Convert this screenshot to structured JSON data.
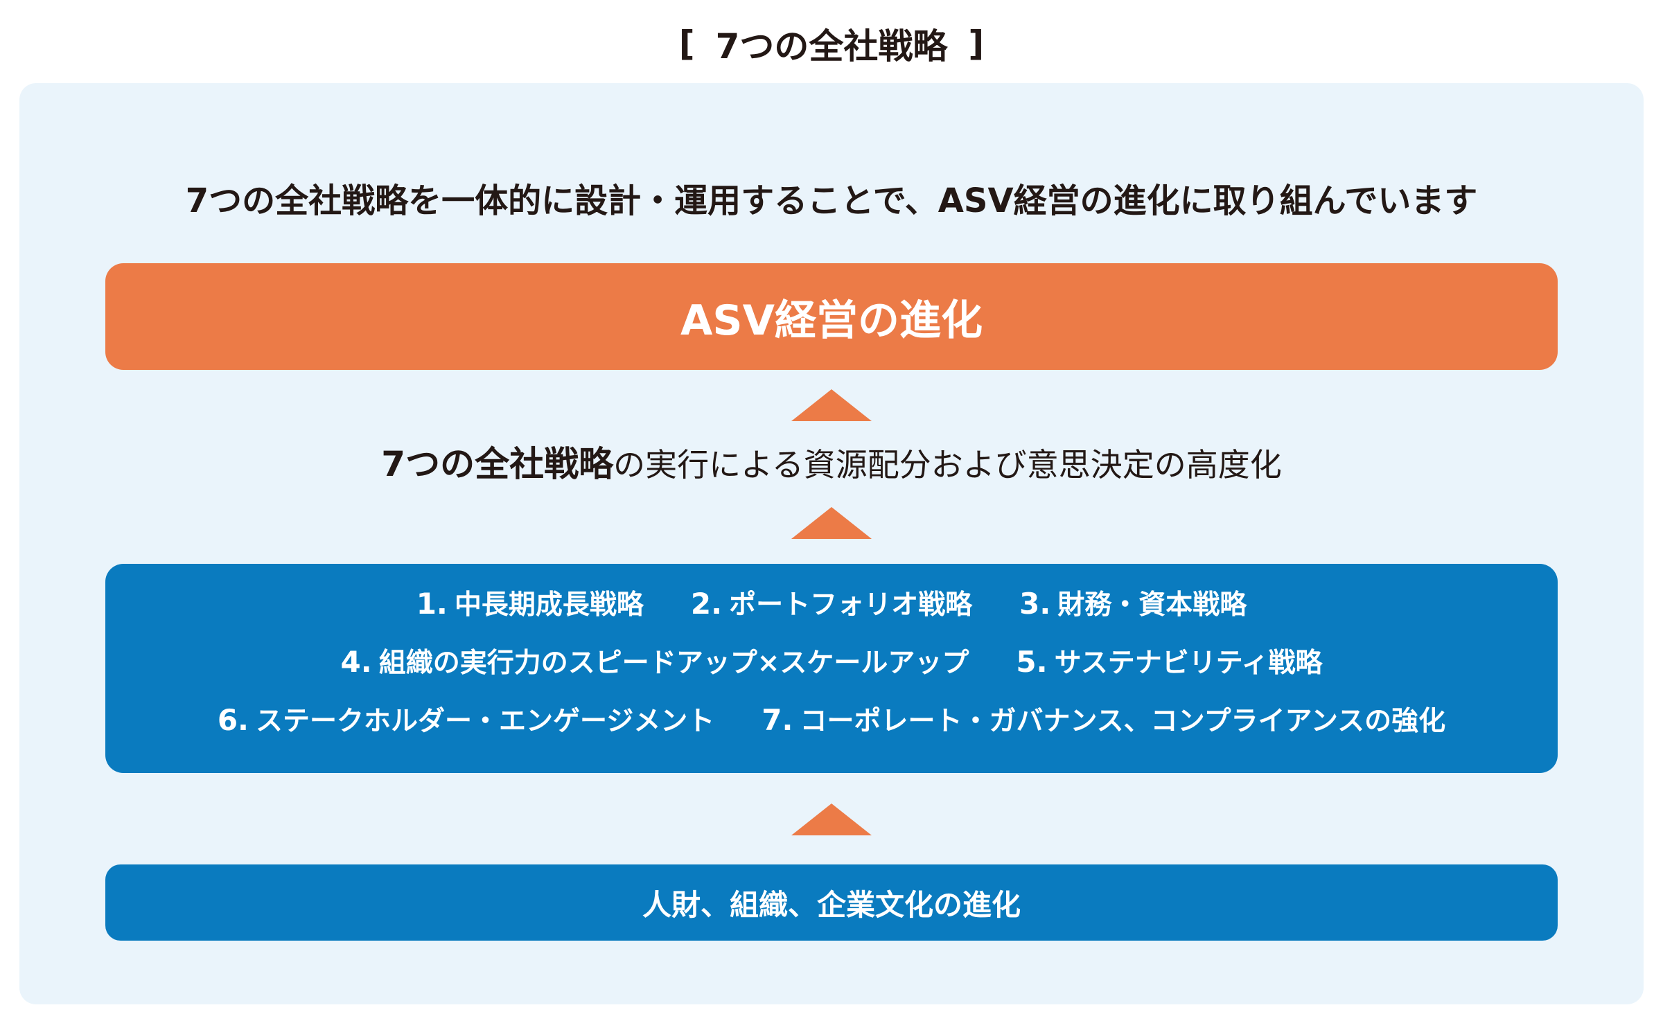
{
  "header": {
    "bracket_open": "[",
    "title": "7つの全社戦略",
    "bracket_close": "]"
  },
  "lead_text": "7つの全社戦略を一体的に設計・運用することで、ASV経営の進化に取り組んでいます",
  "goal_box": {
    "label": "ASV経営の進化"
  },
  "middle": {
    "strong": "7つの全社戦略",
    "rest": "の実行による資源配分および意思決定の高度化"
  },
  "strategies": [
    {
      "num": "1.",
      "label": "中長期成長戦略"
    },
    {
      "num": "2.",
      "label": "ポートフォリオ戦略"
    },
    {
      "num": "3.",
      "label": "財務・資本戦略"
    },
    {
      "num": "4.",
      "label": "組織の実行力のスピードアップ×スケールアップ"
    },
    {
      "num": "5.",
      "label": "サステナビリティ戦略"
    },
    {
      "num": "6.",
      "label": "ステークホルダー・エンゲージメント"
    },
    {
      "num": "7.",
      "label": "コーポレート・ガバナンス、コンプライアンスの強化"
    }
  ],
  "base_box": {
    "label": "人財、組織、企業文化の進化"
  },
  "colors": {
    "orange": "#ec7b47",
    "blue": "#0a7bbf",
    "panel_bg": "#eaf4fb",
    "text": "#231815"
  }
}
